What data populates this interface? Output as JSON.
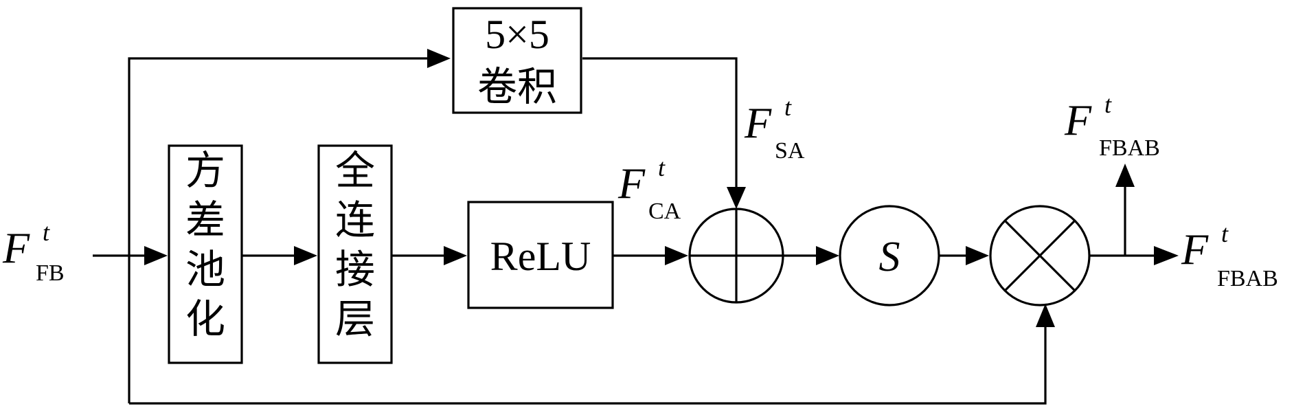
{
  "blocks": {
    "conv": {
      "line1": "5×5",
      "line2": "卷积"
    },
    "variance_pool": {
      "chars": [
        "方",
        "差",
        "池",
        "化"
      ]
    },
    "fully_connected": {
      "chars": [
        "全",
        "连",
        "接",
        "层"
      ]
    },
    "relu": {
      "label": "ReLU"
    },
    "sigmoid": {
      "label": "S"
    }
  },
  "variables": {
    "input": {
      "main": "F",
      "sup": "t",
      "sub": "FB"
    },
    "ca": {
      "main": "F",
      "sup": "t",
      "sub": "CA"
    },
    "sa": {
      "main": "F",
      "sup": "t",
      "sub": "SA"
    },
    "output_top": {
      "main": "F",
      "sup": "t",
      "sub": "FBAB"
    },
    "output": {
      "main": "F",
      "sup": "t",
      "sub": "FBAB"
    }
  }
}
